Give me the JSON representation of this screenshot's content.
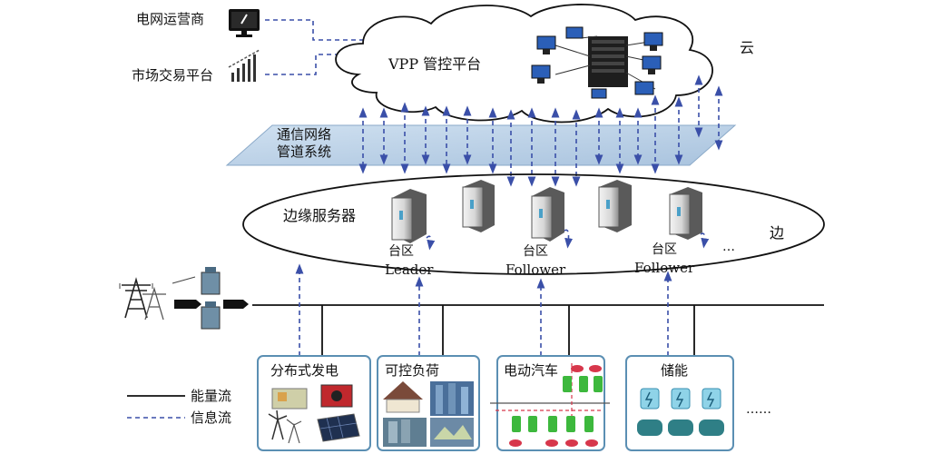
{
  "left_labels": {
    "grid_operator": "电网运营商",
    "market_platform": "市场交易平台"
  },
  "cloud": {
    "platform": "VPP 管控平台",
    "tier_label": "云"
  },
  "network": {
    "line1": "通信网络",
    "line2": "管道系统"
  },
  "edge": {
    "server_label": "边缘服务器",
    "tier_label": "边",
    "ellipsis": "…",
    "nodes": [
      {
        "area": "台区",
        "role": "Leader"
      },
      {
        "area": "台区",
        "role": "Follower"
      },
      {
        "area": "台区",
        "role": "Follower"
      }
    ]
  },
  "resources": [
    {
      "title": "分布式发电"
    },
    {
      "title": "可控负荷"
    },
    {
      "title": "电动汽车"
    },
    {
      "title": "储能"
    }
  ],
  "resources_more": "……",
  "legend": {
    "energy_flow": "能量流",
    "info_flow": "信息流"
  },
  "colors": {
    "info_line": "#3a4fa8",
    "network_plate": "#b9cfe6",
    "box_border": "#5b8fb3",
    "ev_green": "#3db83d",
    "ev_red": "#d7374b"
  }
}
